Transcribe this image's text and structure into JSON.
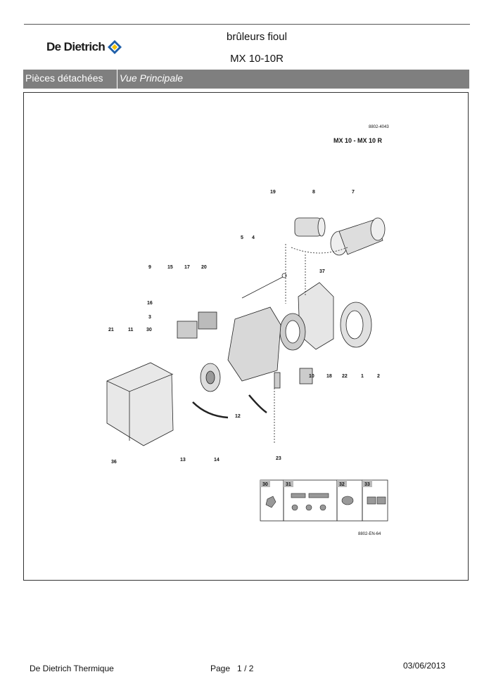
{
  "header": {
    "brand": "De Dietrich",
    "title_line1": "brûleurs fioul",
    "title_line2": "MX 10-10R"
  },
  "bar": {
    "section": "Pièces détachées",
    "view": "Vue Principale"
  },
  "drawing": {
    "ref_top": "8802-4043",
    "model": "MX 10 - MX 10 R",
    "ref_bottom": "8802-EN-64",
    "callouts": [
      "19",
      "8",
      "7",
      "5",
      "4",
      "37",
      "9",
      "15",
      "17",
      "20",
      "16",
      "3",
      "21",
      "11",
      "30",
      "10",
      "18",
      "22",
      "1",
      "2",
      "12",
      "13",
      "14",
      "36",
      "23"
    ],
    "inset_labels": [
      "30",
      "31",
      "32",
      "33"
    ]
  },
  "footer": {
    "company": "De Dietrich Thermique",
    "page_label": "Page",
    "page_current": "1",
    "page_sep": "/",
    "page_total": "2",
    "date": "03/06/2013"
  },
  "colors": {
    "bar": "#7f7f7f",
    "logo_blue": "#1f5fa8",
    "logo_yellow": "#f2c200"
  }
}
